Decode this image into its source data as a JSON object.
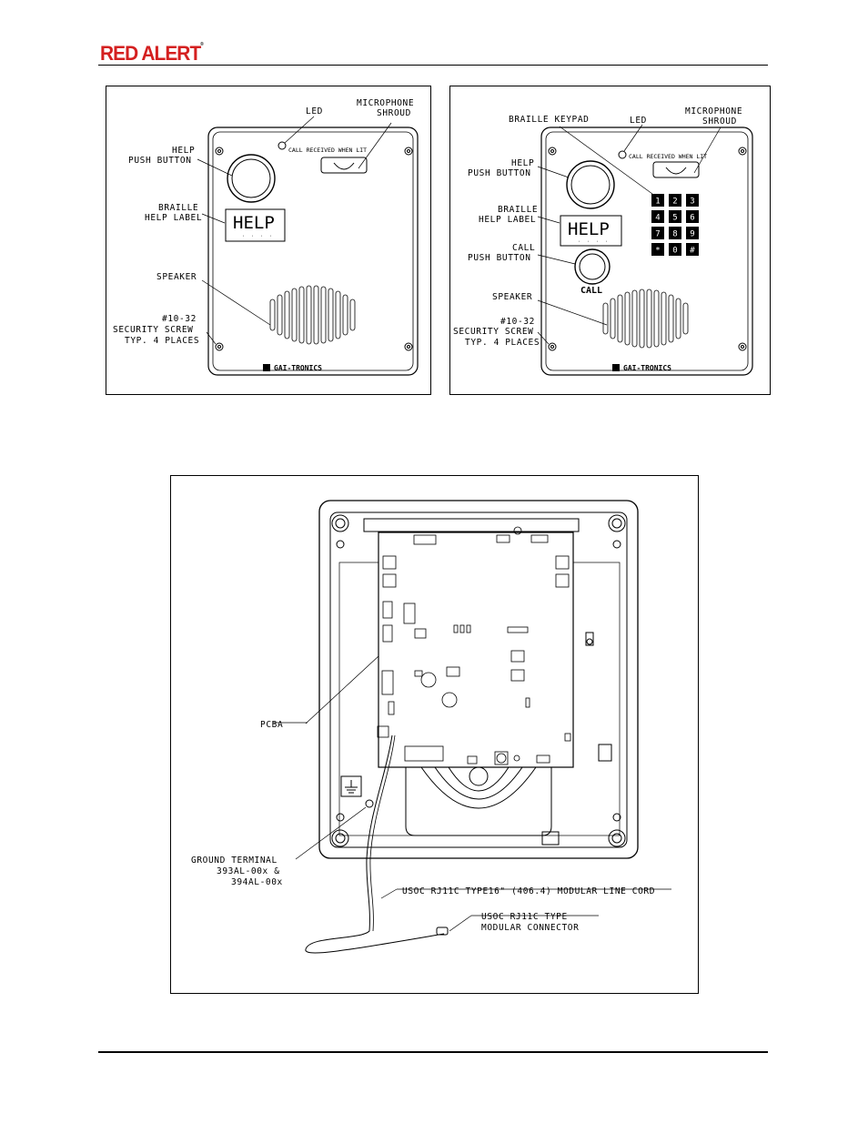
{
  "header": {
    "logo_text": "RED ALERT",
    "logo_color": "#d42020"
  },
  "figure_left": {
    "callouts": {
      "led": "LED",
      "mic_line1": "MICROPHONE",
      "mic_line2": "SHROUD",
      "call_received": "CALL RECEIVED WHEN LIT",
      "help_line1": "HELP",
      "help_line2": "PUSH BUTTON",
      "braille_line1": "BRAILLE",
      "braille_line2": "HELP LABEL",
      "help_sign": "HELP",
      "speaker": "SPEAKER",
      "screw_line1": "#10-32",
      "screw_line2": "SECURITY SCREW",
      "screw_line3": "TYP. 4 PLACES",
      "brand": "GAI-TRONICS"
    }
  },
  "figure_right": {
    "callouts": {
      "keypad": "BRAILLE KEYPAD",
      "led": "LED",
      "mic_line1": "MICROPHONE",
      "mic_line2": "SHROUD",
      "call_received": "CALL RECEIVED WHEN LIT",
      "help_line1": "HELP",
      "help_line2": "PUSH BUTTON",
      "braille_line1": "BRAILLE",
      "braille_line2": "HELP LABEL",
      "help_sign": "HELP",
      "call_line1": "CALL",
      "call_line2": "PUSH BUTTON",
      "call_text": "CALL",
      "speaker": "SPEAKER",
      "screw_line1": "#10-32",
      "screw_line2": "SECURITY SCREW",
      "screw_line3": "TYP. 4 PLACES",
      "brand": "GAI-TRONICS",
      "keys": [
        "1",
        "2",
        "3",
        "4",
        "5",
        "6",
        "7",
        "8",
        "9",
        "*",
        "0",
        "#"
      ]
    }
  },
  "figure_bottom": {
    "callouts": {
      "pcba": "PCBA",
      "ground_line1": "GROUND TERMINAL",
      "ground_line2": "393AL-00x &",
      "ground_line3": "394AL-00x",
      "cord": "USOC RJ11C TYPE16\" (406.4) MODULAR LINE CORD",
      "conn_line1": "USOC RJ11C TYPE",
      "conn_line2": "MODULAR CONNECTOR"
    }
  }
}
